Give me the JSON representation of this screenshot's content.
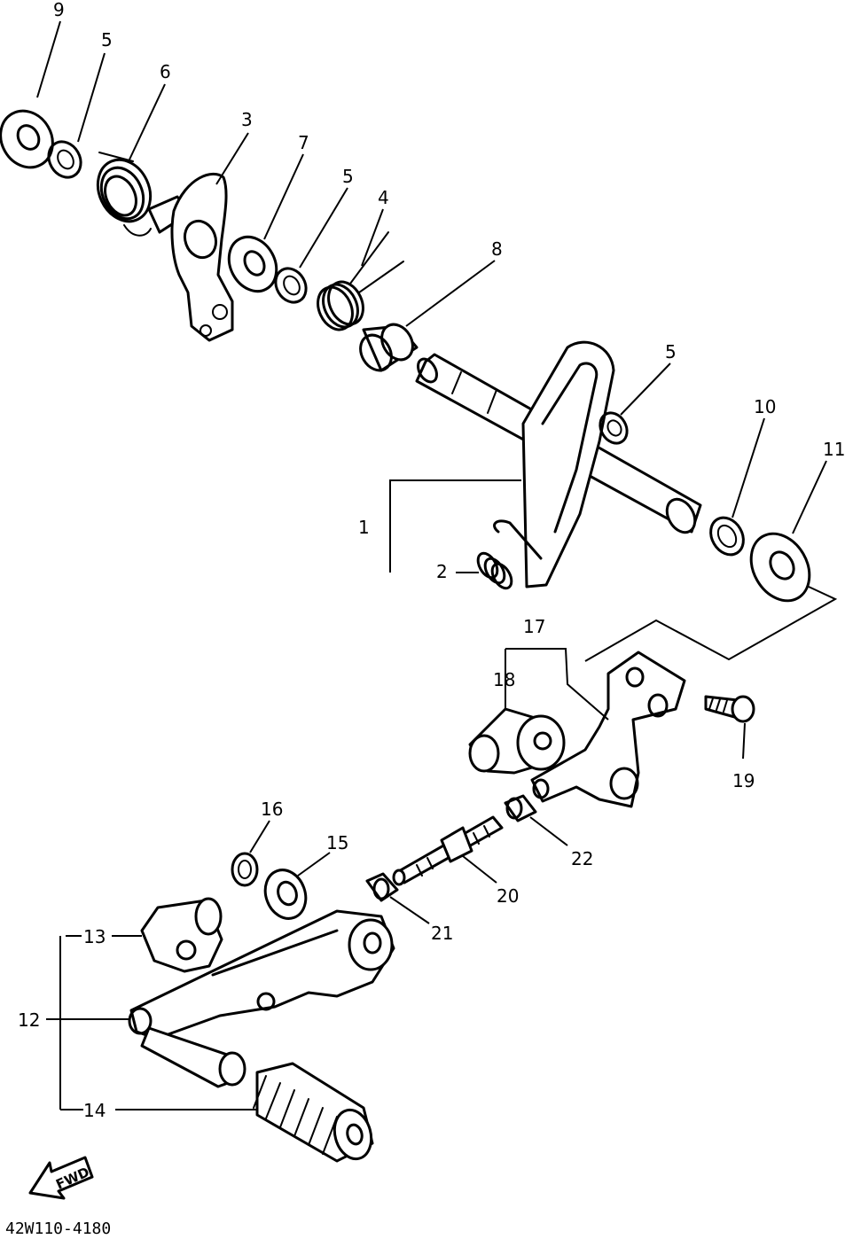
{
  "diagram": {
    "part_code": "42W110-4180",
    "forward_arrow_label": "FWD",
    "callouts": [
      {
        "id": "9",
        "label": "9"
      },
      {
        "id": "5a",
        "label": "5"
      },
      {
        "id": "6",
        "label": "6"
      },
      {
        "id": "3",
        "label": "3"
      },
      {
        "id": "7",
        "label": "7"
      },
      {
        "id": "5b",
        "label": "5"
      },
      {
        "id": "4",
        "label": "4"
      },
      {
        "id": "8",
        "label": "8"
      },
      {
        "id": "5c",
        "label": "5"
      },
      {
        "id": "10",
        "label": "10"
      },
      {
        "id": "11",
        "label": "11"
      },
      {
        "id": "1",
        "label": "1"
      },
      {
        "id": "2",
        "label": "2"
      },
      {
        "id": "17",
        "label": "17"
      },
      {
        "id": "18",
        "label": "18"
      },
      {
        "id": "19",
        "label": "19"
      },
      {
        "id": "16",
        "label": "16"
      },
      {
        "id": "15",
        "label": "15"
      },
      {
        "id": "22",
        "label": "22"
      },
      {
        "id": "20",
        "label": "20"
      },
      {
        "id": "21",
        "label": "21"
      },
      {
        "id": "13",
        "label": "13"
      },
      {
        "id": "12",
        "label": "12"
      },
      {
        "id": "14",
        "label": "14"
      }
    ]
  }
}
